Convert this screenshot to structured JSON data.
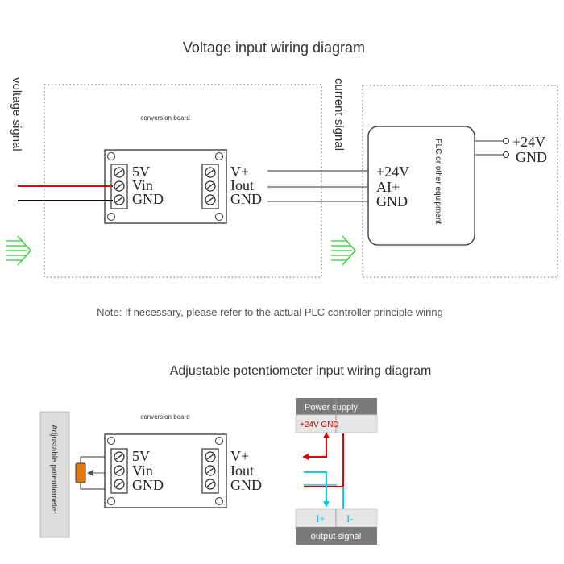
{
  "top": {
    "title": "Voltage input wiring diagram",
    "voltage_signal_label": "voltage signal",
    "current_signal_label": "current signal",
    "board_label": "conversion board",
    "board_left_terminals": [
      "5V",
      "Vin",
      "GND"
    ],
    "board_right_terminals": [
      "V+",
      "Iout",
      "GND"
    ],
    "plc_label": "PLC or other equipment",
    "plc_inputs": [
      "+24V",
      "AI+",
      "GND"
    ],
    "power_outputs": [
      "+24V",
      "GND"
    ],
    "note": "Note: If necessary, please refer to the actual PLC controller principle wiring"
  },
  "bottom": {
    "title": "Adjustable potentiometer input wiring diagram",
    "potentiometer_label": "Adjustable potentiometer",
    "board_label": "conversion board",
    "board_left_terminals": [
      "5V",
      "Vin",
      "GND"
    ],
    "board_right_terminals": [
      "V+",
      "Iout",
      "GND"
    ],
    "power_supply_label": "Power supply",
    "power_supply_pins": "+24V GND",
    "output_pins": [
      "I+",
      "I-"
    ],
    "output_signal_label": "output signal"
  },
  "colors": {
    "red_wire": "#e00000",
    "cyan_wire": "#00d0f0",
    "arrow_green": "#33cc33",
    "pot_orange": "#e07a10",
    "pin_red": "#cc0000"
  }
}
